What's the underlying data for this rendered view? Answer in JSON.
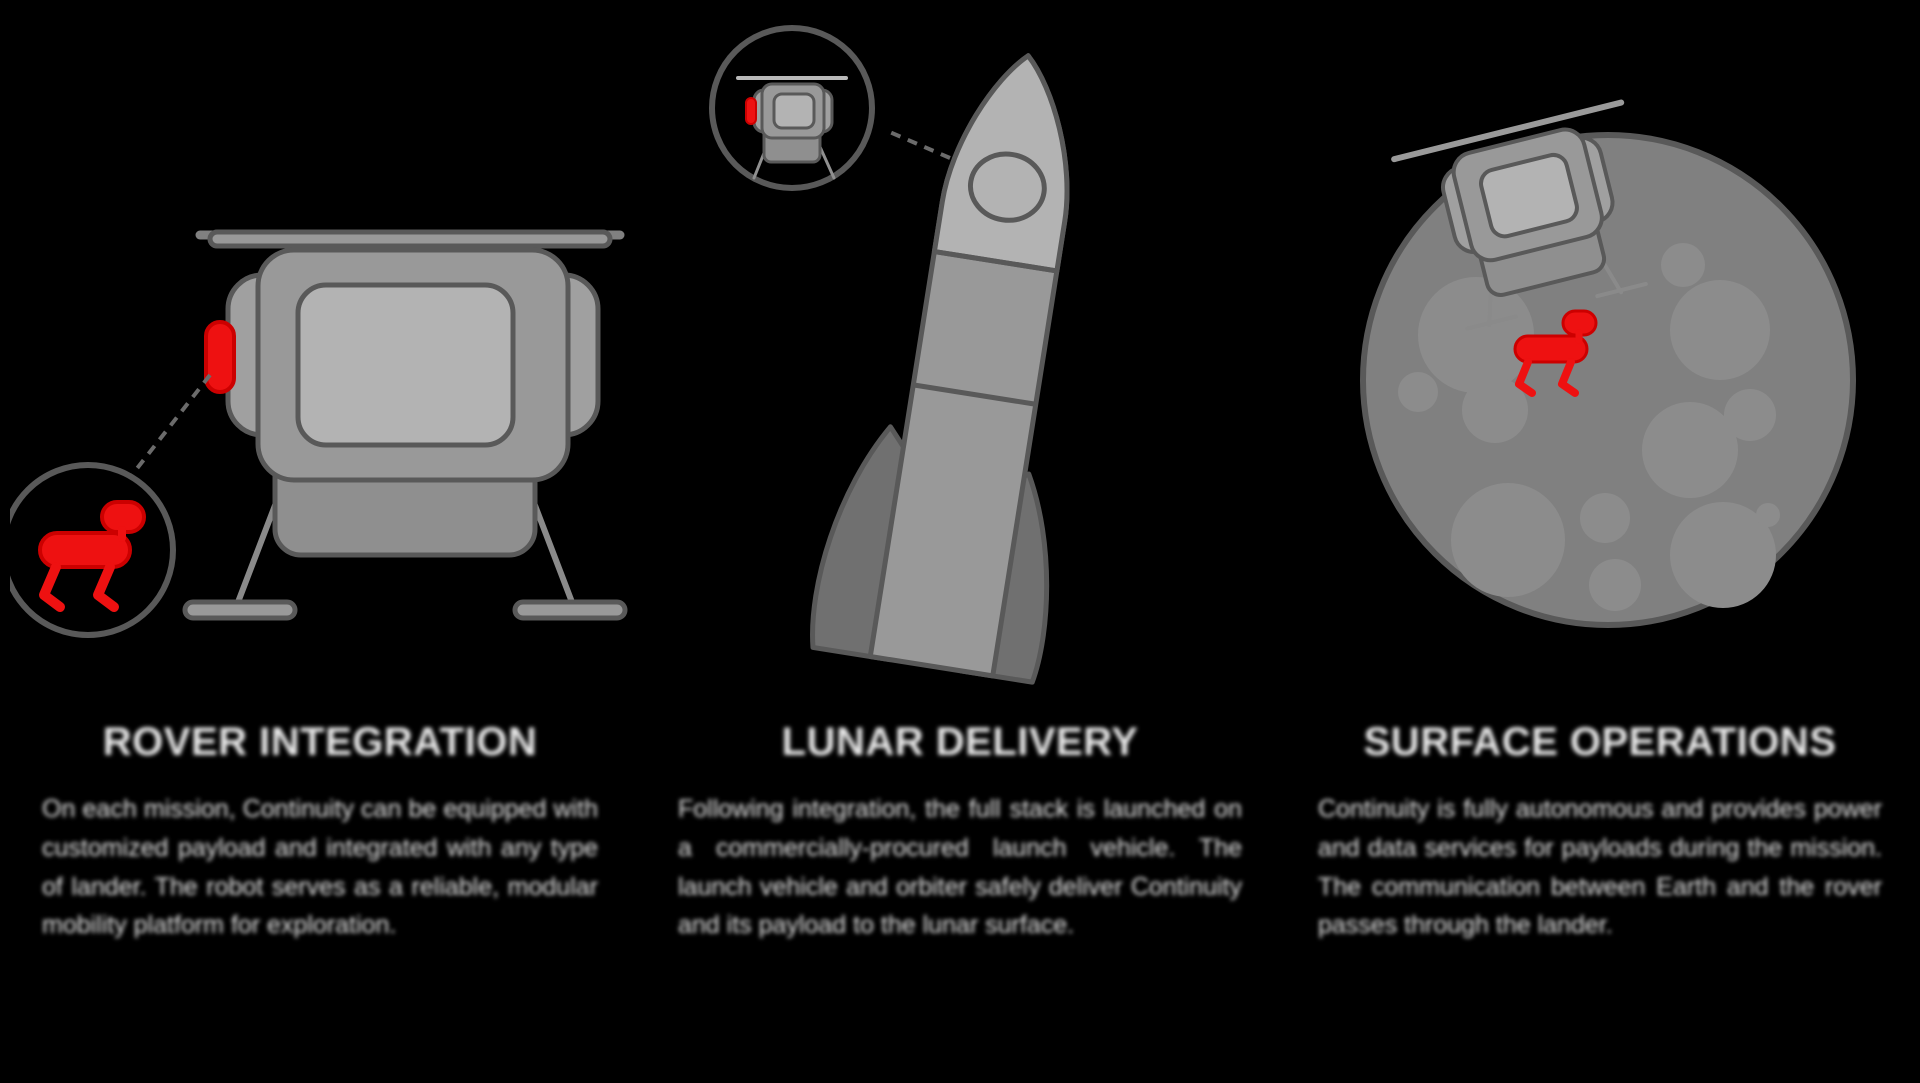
{
  "page": {
    "background_color": "#000000",
    "text_color": "#e8e8e8",
    "accent_red": "#ee1111",
    "body_gray": "#999999",
    "panel_gray": "#b3b3b3",
    "stroke_gray": "#595959",
    "moon_gray": "#808080",
    "crater_gray": "#8c8c8c"
  },
  "columns": [
    {
      "id": "rover-integration",
      "heading": "ROVER INTEGRATION",
      "body": "On each mission, Continuity can be equipped with customized payload and integrated with any type of lander. The robot serves as a reliable, modular mobility platform for exploration.",
      "art": {
        "name": "lander-with-rover-callout",
        "callout_icon": "rover-icon",
        "marker_color": "#ee1111"
      }
    },
    {
      "id": "lunar-delivery",
      "heading": "LUNAR DELIVERY",
      "body": "Following integration, the full stack is launched on a commercially-procured launch vehicle. The launch vehicle and orbiter safely deliver Continuity and its payload to the lunar surface.",
      "art": {
        "name": "rocket-with-lander-callout",
        "callout_icon": "lander-icon",
        "marker_color": "#ee1111"
      }
    },
    {
      "id": "surface-operations",
      "heading": "SURFACE OPERATIONS",
      "body": "Continuity is fully autonomous and provides power and data services for payloads during the mission. The communication between Earth and the rover passes through the lander.",
      "art": {
        "name": "moon-with-lander-and-rover",
        "rover_color": "#ee1111"
      }
    }
  ]
}
